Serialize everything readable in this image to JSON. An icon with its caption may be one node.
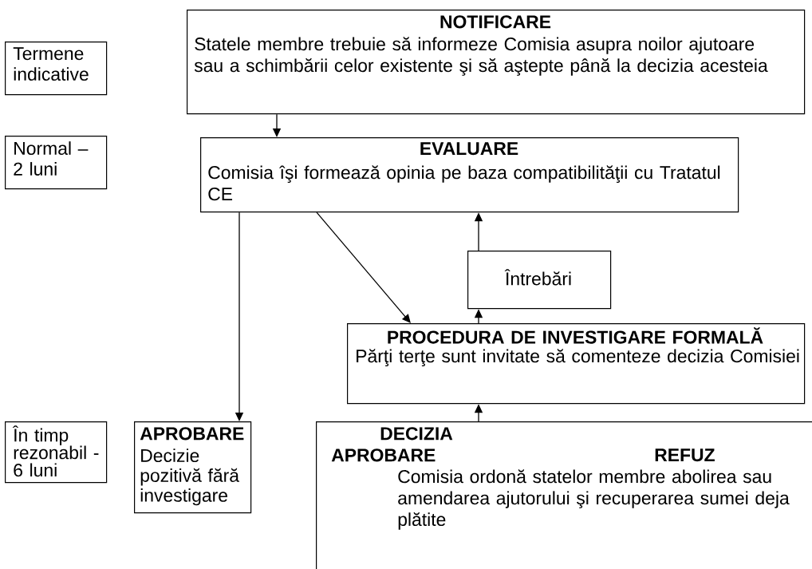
{
  "diagram": {
    "nodes": [
      {
        "text": [
          "Termene indicative"
        ]
      },
      {
        "text": [
          "NOTIFICARE",
          "Statele membre trebuie să informeze Comisia asupra noilor ajutoare sau a schimbării celor existente şi să aştepte până la decizia acesteia"
        ]
      },
      {
        "text": [
          "Normal – 2 luni"
        ]
      },
      {
        "text": [
          "EVALUARE",
          "Comisia îşi formează opinia pe baza compatibilităţii cu Tratatul CE"
        ]
      },
      {
        "text": [
          "Întrebări"
        ]
      },
      {
        "text": [
          "PROCEDURA DE INVESTIGARE FORMALĂ",
          "Părţi terţe sunt invitate să comenteze decizia Comisiei"
        ]
      },
      {
        "text": [
          "În timp rezonabil - 6 luni"
        ]
      },
      {
        "text": [
          "APROBARE",
          "Decizie pozitivă fără investigare"
        ]
      },
      {
        "text": [
          "DECIZIA",
          "APROBARE",
          "REFUZ",
          "Comisia ordonă statelor membre abolirea sau amendarea ajutorului şi recuperarea sumei deja plătite"
        ]
      }
    ],
    "edges": [
      {
        "from": 1,
        "to": 3,
        "arrow": "to"
      },
      {
        "from": 3,
        "to": 7,
        "arrow": "to"
      },
      {
        "from": 3,
        "to": 5,
        "arrow": "to"
      },
      {
        "from": 5,
        "to": 4,
        "arrow": "to"
      },
      {
        "from": 4,
        "to": 3,
        "arrow": "to"
      },
      {
        "from": 8,
        "to": 5,
        "arrow": "to"
      }
    ]
  }
}
